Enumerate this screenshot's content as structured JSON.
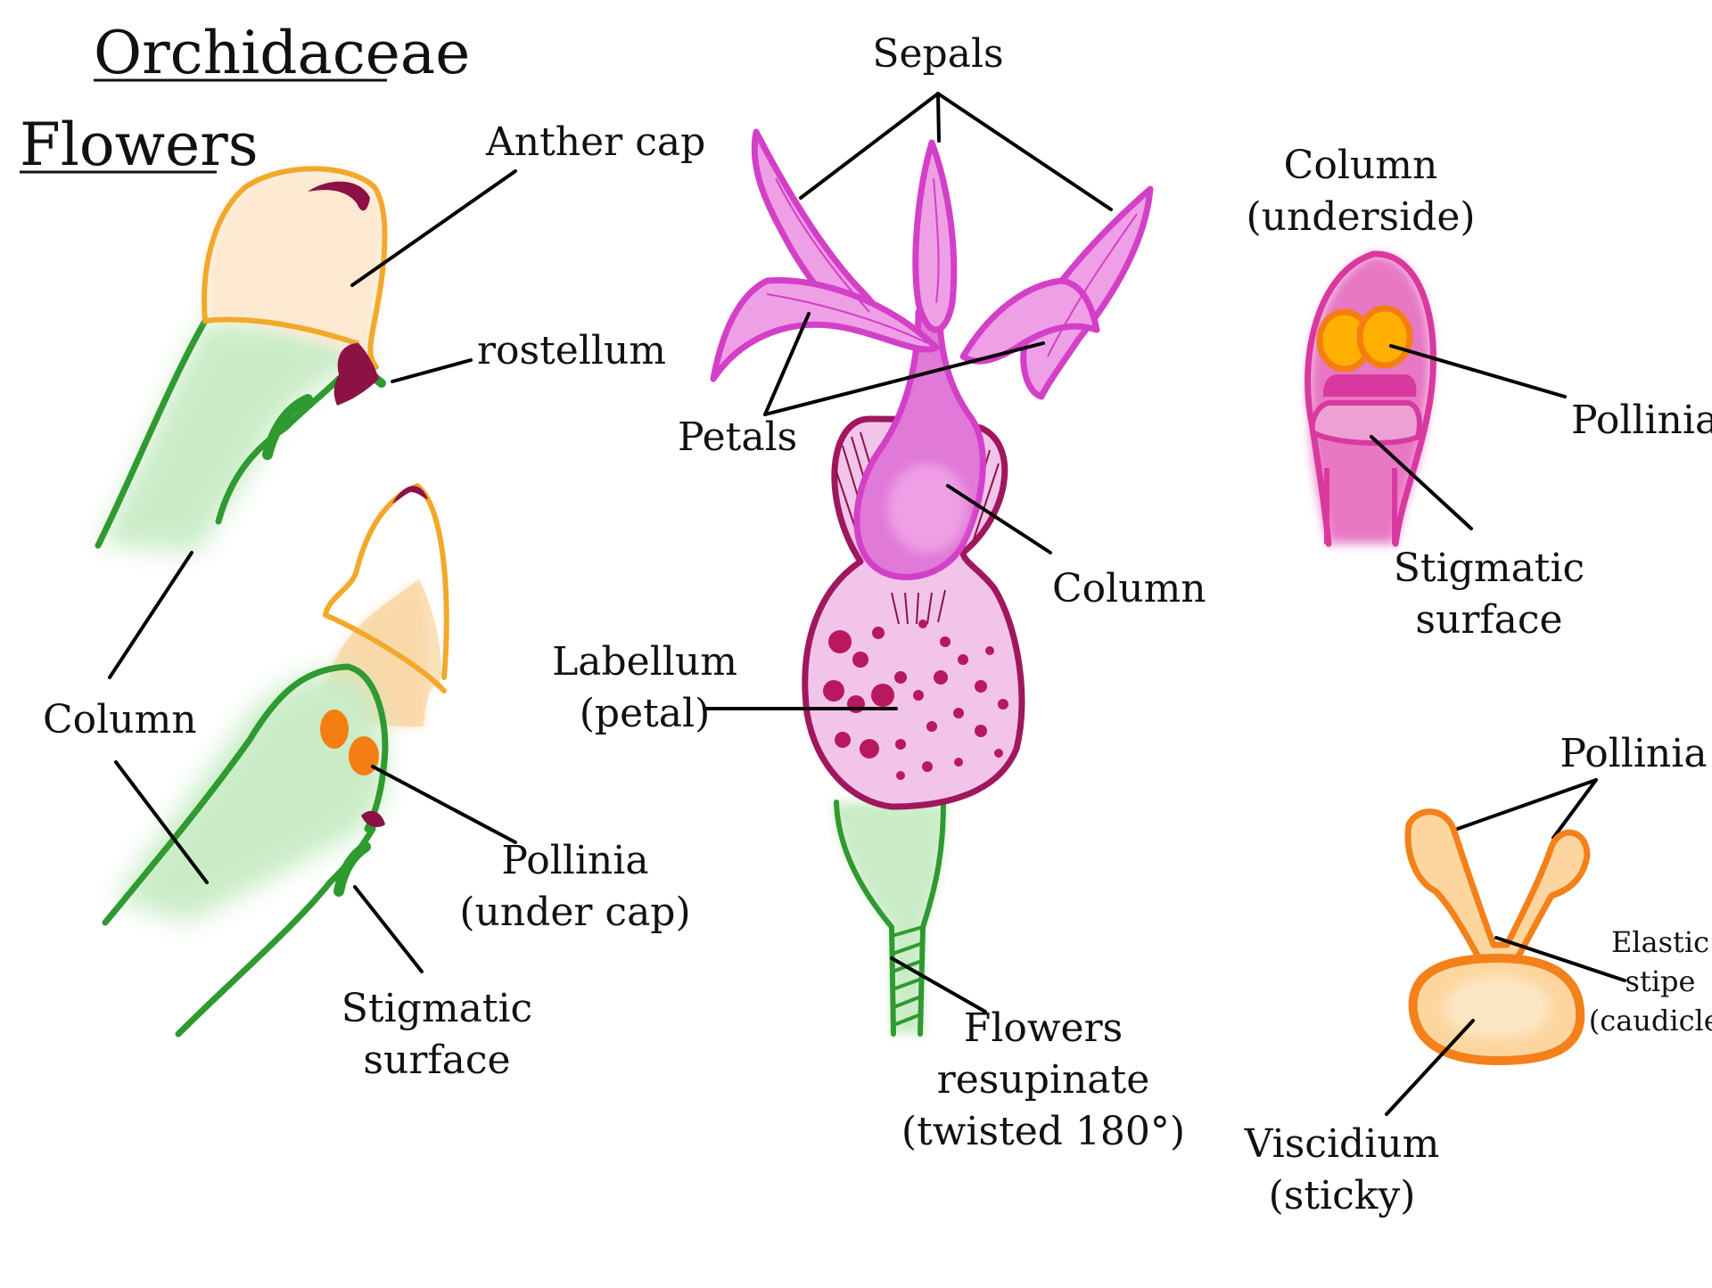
{
  "title": {
    "line1": "Orchidaceae",
    "line2": "Flowers"
  },
  "labels": {
    "anther_cap": "Anther cap",
    "rostellum": "rostellum",
    "column_left": "Column",
    "pollinia_under_cap": [
      "Pollinia",
      "(under cap)"
    ],
    "stigmatic_surface_left": [
      "Stigmatic",
      "surface"
    ],
    "sepals": "Sepals",
    "petals": "Petals",
    "column_center": "Column",
    "labellum": [
      "Labellum",
      "(petal)"
    ],
    "resupinate": [
      "Flowers",
      "resupinate",
      "(twisted 180°)"
    ],
    "column_underside": [
      "Column",
      "(underside)"
    ],
    "pollinia_right": "Pollinia",
    "stigmatic_surface_right": [
      "Stigmatic",
      "surface"
    ],
    "pollinia_bottom": "Pollinia",
    "elastic_stipe": [
      "Elastic",
      "stipe",
      "(caudicle)"
    ],
    "viscidium": [
      "Viscidium",
      "(sticky)"
    ]
  },
  "colors": {
    "column_green": "#2e9a30",
    "column_fill": "#c9ecc6",
    "anther_orange": "#f2a92a",
    "anther_fill": "#fde9d2",
    "rostellum_maroon": "#8c1245",
    "pollinia_orange": "#f47e12",
    "sepal_magenta": "#d43fc8",
    "sepal_fill": "#ef9fe6",
    "labellum_maroon": "#a0175d",
    "labellum_fill": "#f3c4ea",
    "spot": "#b8185d",
    "underside_pink": "#d9399f",
    "underside_fill": "#e877c4",
    "stipe_orange": "#f48019",
    "stipe_fill": "#fcd69e"
  }
}
